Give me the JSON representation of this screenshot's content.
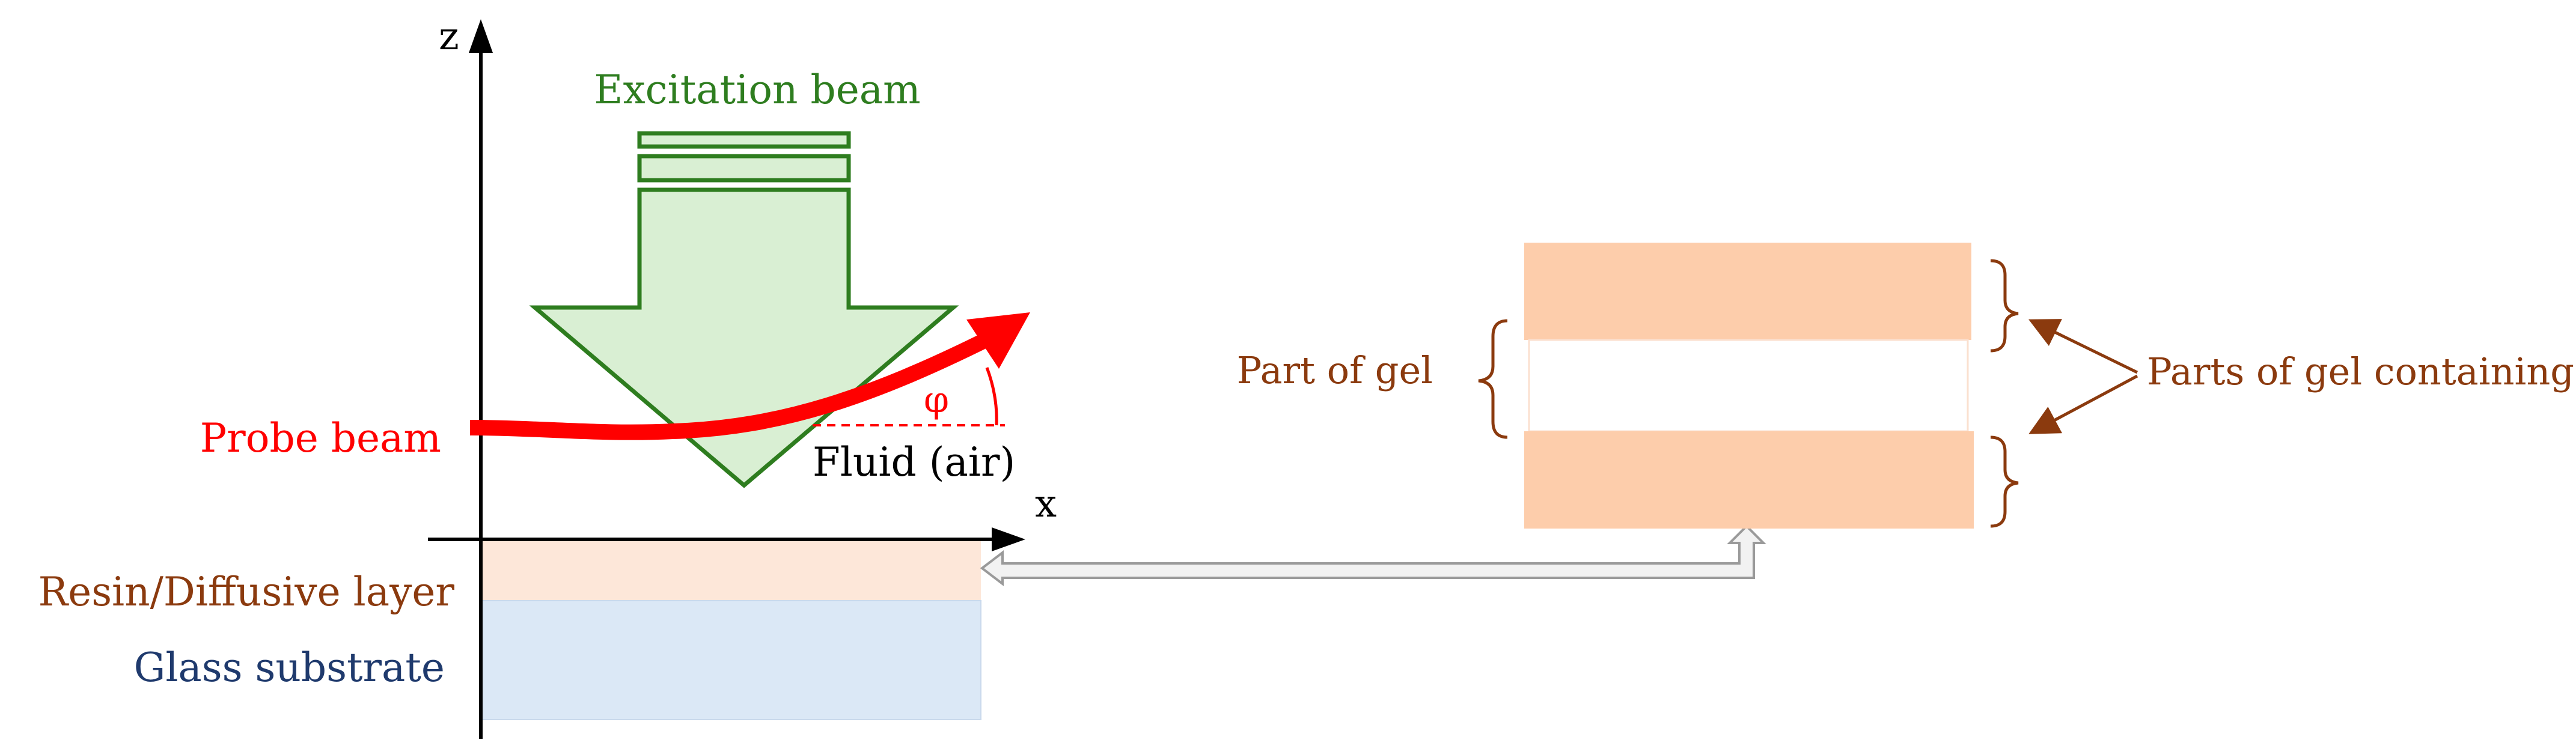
{
  "axes": {
    "z_label": "z",
    "x_label": "x"
  },
  "labels": {
    "excitation_beam": "Excitation beam",
    "probe_beam": "Probe beam",
    "phi": "φ",
    "fluid": "Fluid (air)",
    "resin_layer": "Resin/Diffusive layer",
    "glass_substrate": "Glass substrate",
    "part_of_gel": "Part of gel",
    "parts_of_gel_containing": "Parts of gel containing"
  },
  "colors": {
    "axis": "#000000",
    "excitation_stroke": "#2e7d1f",
    "excitation_fill": "#d9efd3",
    "excitation_text": "#2e7d1f",
    "probe": "#ff0000",
    "resin_fill": "#fde7d9",
    "glass_fill": "#dbe8f6",
    "glass_text": "#1f3a6d",
    "brown_text": "#8b3a0e",
    "gel_fill": "#fdcdab",
    "connector_stroke": "#9a9a9a",
    "connector_fill": "#f2f2f2"
  },
  "icons": {
    "connector": "double-headed-elbow-arrow"
  }
}
